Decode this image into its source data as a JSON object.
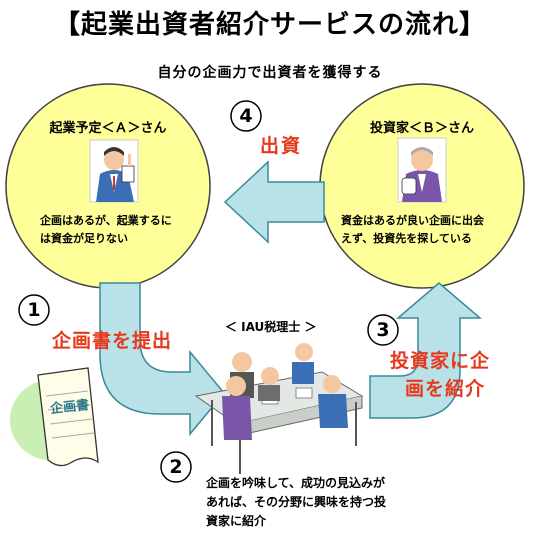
{
  "title": "【起業出資者紹介サービスの流れ】",
  "subtitle": "自分の企画力で出資者を獲得する",
  "entrepreneur": {
    "label": "起業予定＜Ａ＞さん",
    "desc_line1": "企画はあるが、起業するに",
    "desc_line2": "は資金が足りない"
  },
  "investor": {
    "label": "投資家＜Ｂ＞さん",
    "desc_line1": "資金はあるが良い企画に出会",
    "desc_line2": "えず、投資先を探している"
  },
  "tax_accountant": {
    "label": "＜ IAU税理士 ＞"
  },
  "steps": {
    "one": {
      "number": "1",
      "label": "企画書を提出"
    },
    "two": {
      "number": "2",
      "line1": "企画を吟味して、成功の見込みが",
      "line2": "あれば、その分野に興味を持つ投",
      "line3": "資家に紹介"
    },
    "three": {
      "number": "3",
      "line1": "投資家に企",
      "line2": "画を紹介"
    },
    "four": {
      "number": "4",
      "label": "出資"
    }
  },
  "document": {
    "label": "企画書"
  },
  "colors": {
    "circle_fill": "#ffff99",
    "arrow_fill": "#b9e2e8",
    "arrow_stroke": "#3a8a99",
    "accent_red": "#e8381c",
    "bush": "#c9efb4"
  }
}
